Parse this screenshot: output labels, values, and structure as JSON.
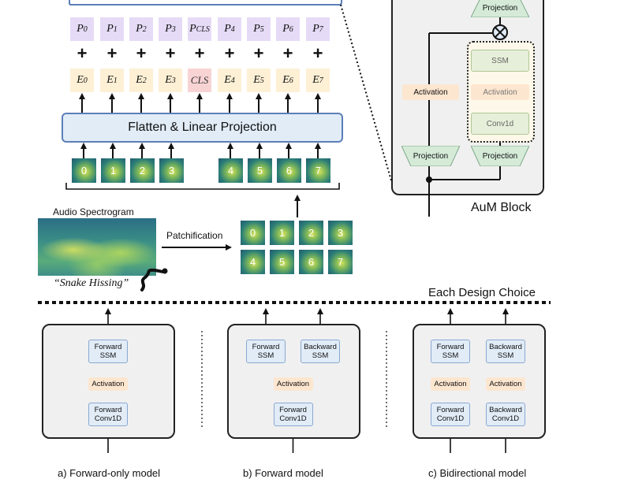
{
  "tokens": {
    "p": [
      {
        "base": "P",
        "sub": "0"
      },
      {
        "base": "P",
        "sub": "1"
      },
      {
        "base": "P",
        "sub": "2"
      },
      {
        "base": "P",
        "sub": "3"
      },
      {
        "base": "P",
        "sub": "CLS"
      },
      {
        "base": "P",
        "sub": "4"
      },
      {
        "base": "P",
        "sub": "5"
      },
      {
        "base": "P",
        "sub": "6"
      },
      {
        "base": "P",
        "sub": "7"
      }
    ],
    "e": [
      {
        "base": "E",
        "sub": "0"
      },
      {
        "base": "E",
        "sub": "1"
      },
      {
        "base": "E",
        "sub": "2"
      },
      {
        "base": "E",
        "sub": "3"
      },
      {
        "base": "CLS",
        "sub": ""
      },
      {
        "base": "E",
        "sub": "4"
      },
      {
        "base": "E",
        "sub": "5"
      },
      {
        "base": "E",
        "sub": "6"
      },
      {
        "base": "E",
        "sub": "7"
      }
    ],
    "plus_symbol": "+"
  },
  "projection_label": "Flatten & Linear Projection",
  "patches_top": [
    "0",
    "1",
    "2",
    "3",
    "4",
    "5",
    "6",
    "7"
  ],
  "patches_grid": [
    "0",
    "1",
    "2",
    "3",
    "4",
    "5",
    "6",
    "7"
  ],
  "spectrogram": {
    "title": "Audio Spectrogram",
    "caption": "“Snake Hissing”"
  },
  "patchification_label": "Patchification",
  "aum_block": {
    "title": "AuM Block",
    "projection_top": "Projection",
    "activation_left": "Activation",
    "ssm": "SSM",
    "activation_inner": "Activation",
    "conv1d": "Conv1d",
    "projection_left": "Projection",
    "projection_right": "Projection"
  },
  "design_choice_label": "Each Design Choice",
  "variants": [
    {
      "caption": "a) Forward-only model",
      "columns": [
        {
          "ssm": "Forward\nSSM",
          "act": "Activation",
          "conv": "Forward\nConv1D"
        }
      ]
    },
    {
      "caption": "b) Forward model",
      "columns": [
        {
          "ssm": "Forward\nSSM",
          "act": "Activation",
          "conv": "Forward\nConv1D"
        },
        {
          "ssm": "Backward\nSSM",
          "act": "",
          "conv": ""
        }
      ]
    },
    {
      "caption": "c) Bidirectional model",
      "columns": [
        {
          "ssm": "Forward\nSSM",
          "act": "Activation",
          "conv": "Forward\nConv1D"
        },
        {
          "ssm": "Backward\nSSM",
          "act": "Activation",
          "conv": "Backward\nConv1D"
        }
      ]
    }
  ],
  "colors": {
    "p_token": "#e6dbf6",
    "e_token": "#fdf0d5",
    "cls_token": "#f8d3d3",
    "projection_fill": "#e1ecf7",
    "activation_fill": "#fde6cf",
    "conv_ssm_green": "#e6efd9"
  }
}
